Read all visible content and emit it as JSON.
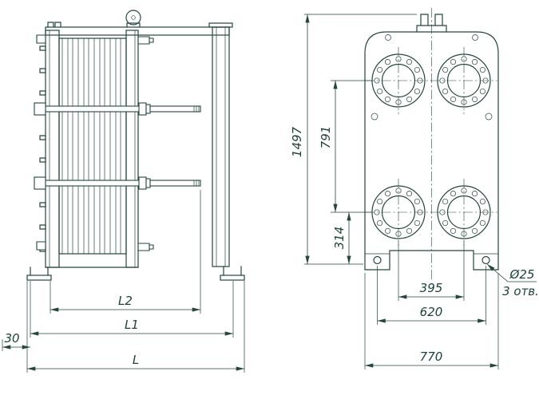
{
  "colors": {
    "line": "#24463e",
    "background": "#ffffff"
  },
  "side_view": {
    "dim_l2": "L2",
    "dim_l1": "L1",
    "dim_l": "L",
    "dim_offset": "30"
  },
  "front_view": {
    "dim_height": "1497",
    "dim_port_vertical": "791",
    "dim_port_bottom": "314",
    "dim_port_horizontal": "395",
    "dim_foot_holes": "620",
    "dim_width": "770",
    "hole_diameter": "Ø25",
    "hole_count_note": "3 отв."
  }
}
